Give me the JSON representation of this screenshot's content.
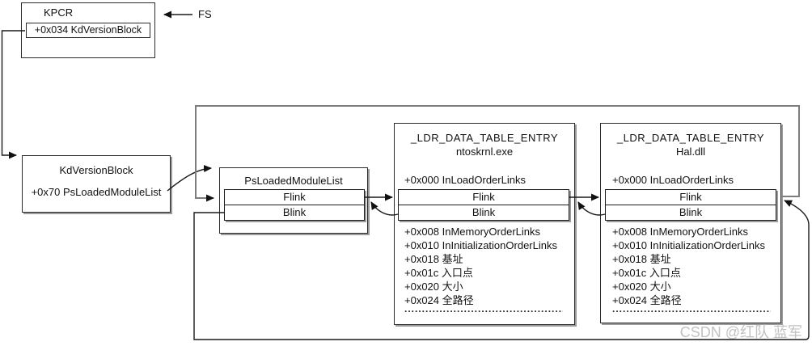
{
  "diagram": {
    "kpcr": {
      "title": "KPCR",
      "field": "+0x034 KdVersionBlock"
    },
    "fs_label": "FS",
    "kd_version_block": {
      "title": "KdVersionBlock",
      "field": "+0x70 PsLoadedModuleList"
    },
    "ps_loaded_module_list": {
      "title": "PsLoadedModuleList",
      "flink_label": "Flink",
      "blink_label": "Blink"
    },
    "ldr_entries": [
      {
        "struct_name": "_LDR_DATA_TABLE_ENTRY",
        "module_name": "ntoskrnl.exe",
        "in_load_order_links": "+0x000 InLoadOrderLinks",
        "flink_label": "Flink",
        "blink_label": "Blink",
        "fields": [
          "+0x008 InMemoryOrderLinks",
          "+0x010 InInitializationOrderLinks",
          "+0x018 基址",
          "+0x01c 入口点",
          "+0x020 大小",
          "+0x024 全路径"
        ],
        "ellipsis": "......................................................."
      },
      {
        "struct_name": "_LDR_DATA_TABLE_ENTRY",
        "module_name": "Hal.dll",
        "in_load_order_links": "+0x000 InLoadOrderLinks",
        "flink_label": "Flink",
        "blink_label": "Blink",
        "fields": [
          "+0x008 InMemoryOrderLinks",
          "+0x010 InInitializationOrderLinks",
          "+0x018 基址",
          "+0x01c 入口点",
          "+0x020 大小",
          "+0x024 全路径"
        ],
        "ellipsis": "......................................................."
      }
    ],
    "watermark": "CSDN @红队 蓝军",
    "colors": {
      "line": "#1a1a1a",
      "loop_gray": "#7d7d7d",
      "shadow": "#9b9b9b",
      "watermark": "#c2c2c2"
    }
  }
}
